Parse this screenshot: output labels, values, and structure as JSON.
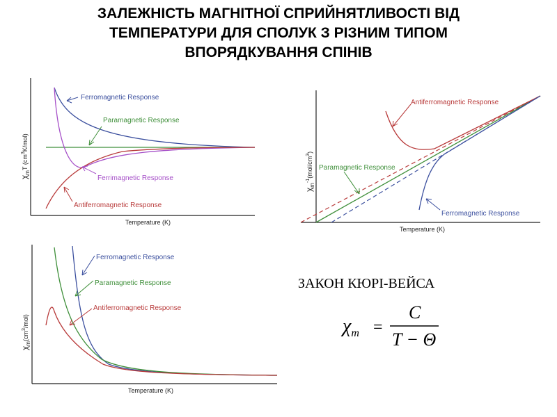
{
  "title": {
    "line1": "ЗАЛЕЖНІСТЬ МАГНІТНОЇ СПРИЙНЯТЛИВОСТІ ВІД",
    "line2": "ТЕМПЕРАТУРИ ДЛЯ СПОЛУК З РІЗНИМ ТИПОМ",
    "line3": "ВПОРЯДКУВАННЯ СПІНІВ"
  },
  "colors": {
    "ferromagnetic": "#3b4f9e",
    "paramagnetic": "#3f8f3a",
    "ferrimagnetic": "#a650c8",
    "antiferromagnetic": "#b83a3a",
    "axis": "#222222"
  },
  "chart1": {
    "ylabel_main": "χ",
    "ylabel_sub": "m",
    "ylabel_rest": "T (cm",
    "ylabel_sup": "3",
    "ylabel_end": "K/mol)",
    "xlabel": "Temperature (K)",
    "label_ferro": "Ferromagnetic Response",
    "label_para": "Paramagnetic Response",
    "label_ferri": "Ferrimagnetic Response",
    "label_antiferro": "Antiferromagnetic Response"
  },
  "chart2": {
    "ylabel_main": "χ",
    "ylabel_sub": "m",
    "ylabel_sup": "-1",
    "ylabel_rest": "(mol/cm",
    "ylabel_sup2": "3",
    "ylabel_end": ")",
    "xlabel": "Temperature (K)",
    "label_antiferro": "Antiferromagnetic Response",
    "label_para": "Paramagnetic Response",
    "label_ferro": "Ferromagnetic Response"
  },
  "chart3": {
    "ylabel_main": "χ",
    "ylabel_sub": "m",
    "ylabel_rest": "(cm",
    "ylabel_sup": "3",
    "ylabel_end": "/mol)",
    "xlabel": "Temperature (K)",
    "label_ferro": "Ferromagnetic Response",
    "label_para": "Paramagnetic Response",
    "label_antiferro": "Antiferromagnetic Response"
  },
  "law": {
    "heading": "ЗАКОН КЮРІ-ВЕЙСА",
    "chi": "χ",
    "sub": "m",
    "equals": "=",
    "numerator": "C",
    "denominator": "T − Θ"
  }
}
